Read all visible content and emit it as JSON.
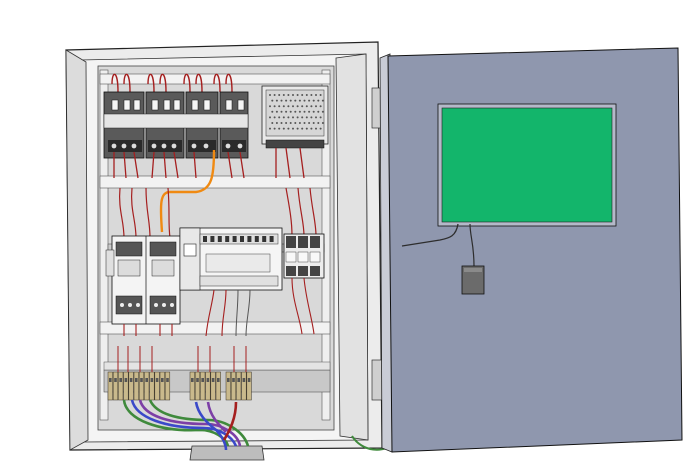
{
  "scene": {
    "subject": "electrical-control-cabinet-cad-render",
    "colors": {
      "background": "#ffffff",
      "cabinet_frame": "#e4e4e4",
      "back_plate": "#d8d8d8",
      "door": "#8f97ae",
      "hmi_screen": "#13b56b",
      "breaker_body": "#585858",
      "wire_red": "#a51f1f",
      "wire_orange": "#f08a12",
      "wire_green": "#3f8a3c",
      "wire_blue": "#3a49c9",
      "wire_purple": "#7c3fa6",
      "terminal_block": "#c9b98c",
      "din_rail": "#c8c8c8"
    },
    "components": {
      "breakers": 4,
      "psu": 1,
      "contactors": 4,
      "plc": 1,
      "relays": 3,
      "terminal_groups": 3,
      "door_hmi": 1,
      "door_pushbox": 1
    }
  }
}
